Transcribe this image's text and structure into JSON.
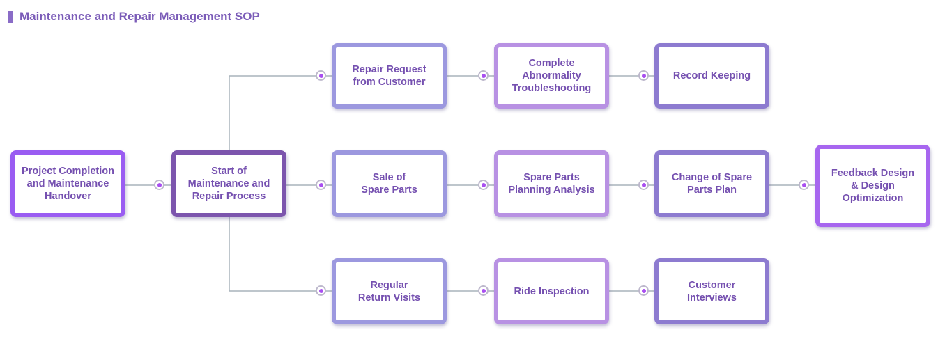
{
  "title": "Maintenance and Repair Management SOP",
  "nodes": {
    "handover": "Project Completion\nand Maintenance\nHandover",
    "start": "Start of\nMaintenance and\nRepair Process",
    "repair_request": "Repair Request\nfrom Customer",
    "troubleshooting": "Complete\nAbnormality\nTroubleshooting",
    "record_keeping": "Record Keeping",
    "sale_spare_parts": "Sale of\nSpare Parts",
    "spare_parts_planning": "Spare Parts\nPlanning Analysis",
    "change_spare_parts_plan": "Change of Spare\nParts Plan",
    "feedback_design": "Feedback Design\n& Design\nOptimization",
    "regular_return_visits": "Regular\nReturn Visits",
    "ride_inspection": "Ride Inspection",
    "customer_interviews": "Customer\nInterviews"
  },
  "colors": {
    "title": "#7b5cb8",
    "connector": "#a9b3bc",
    "dot": "#a94ff0",
    "node_text": "#7550b0"
  }
}
